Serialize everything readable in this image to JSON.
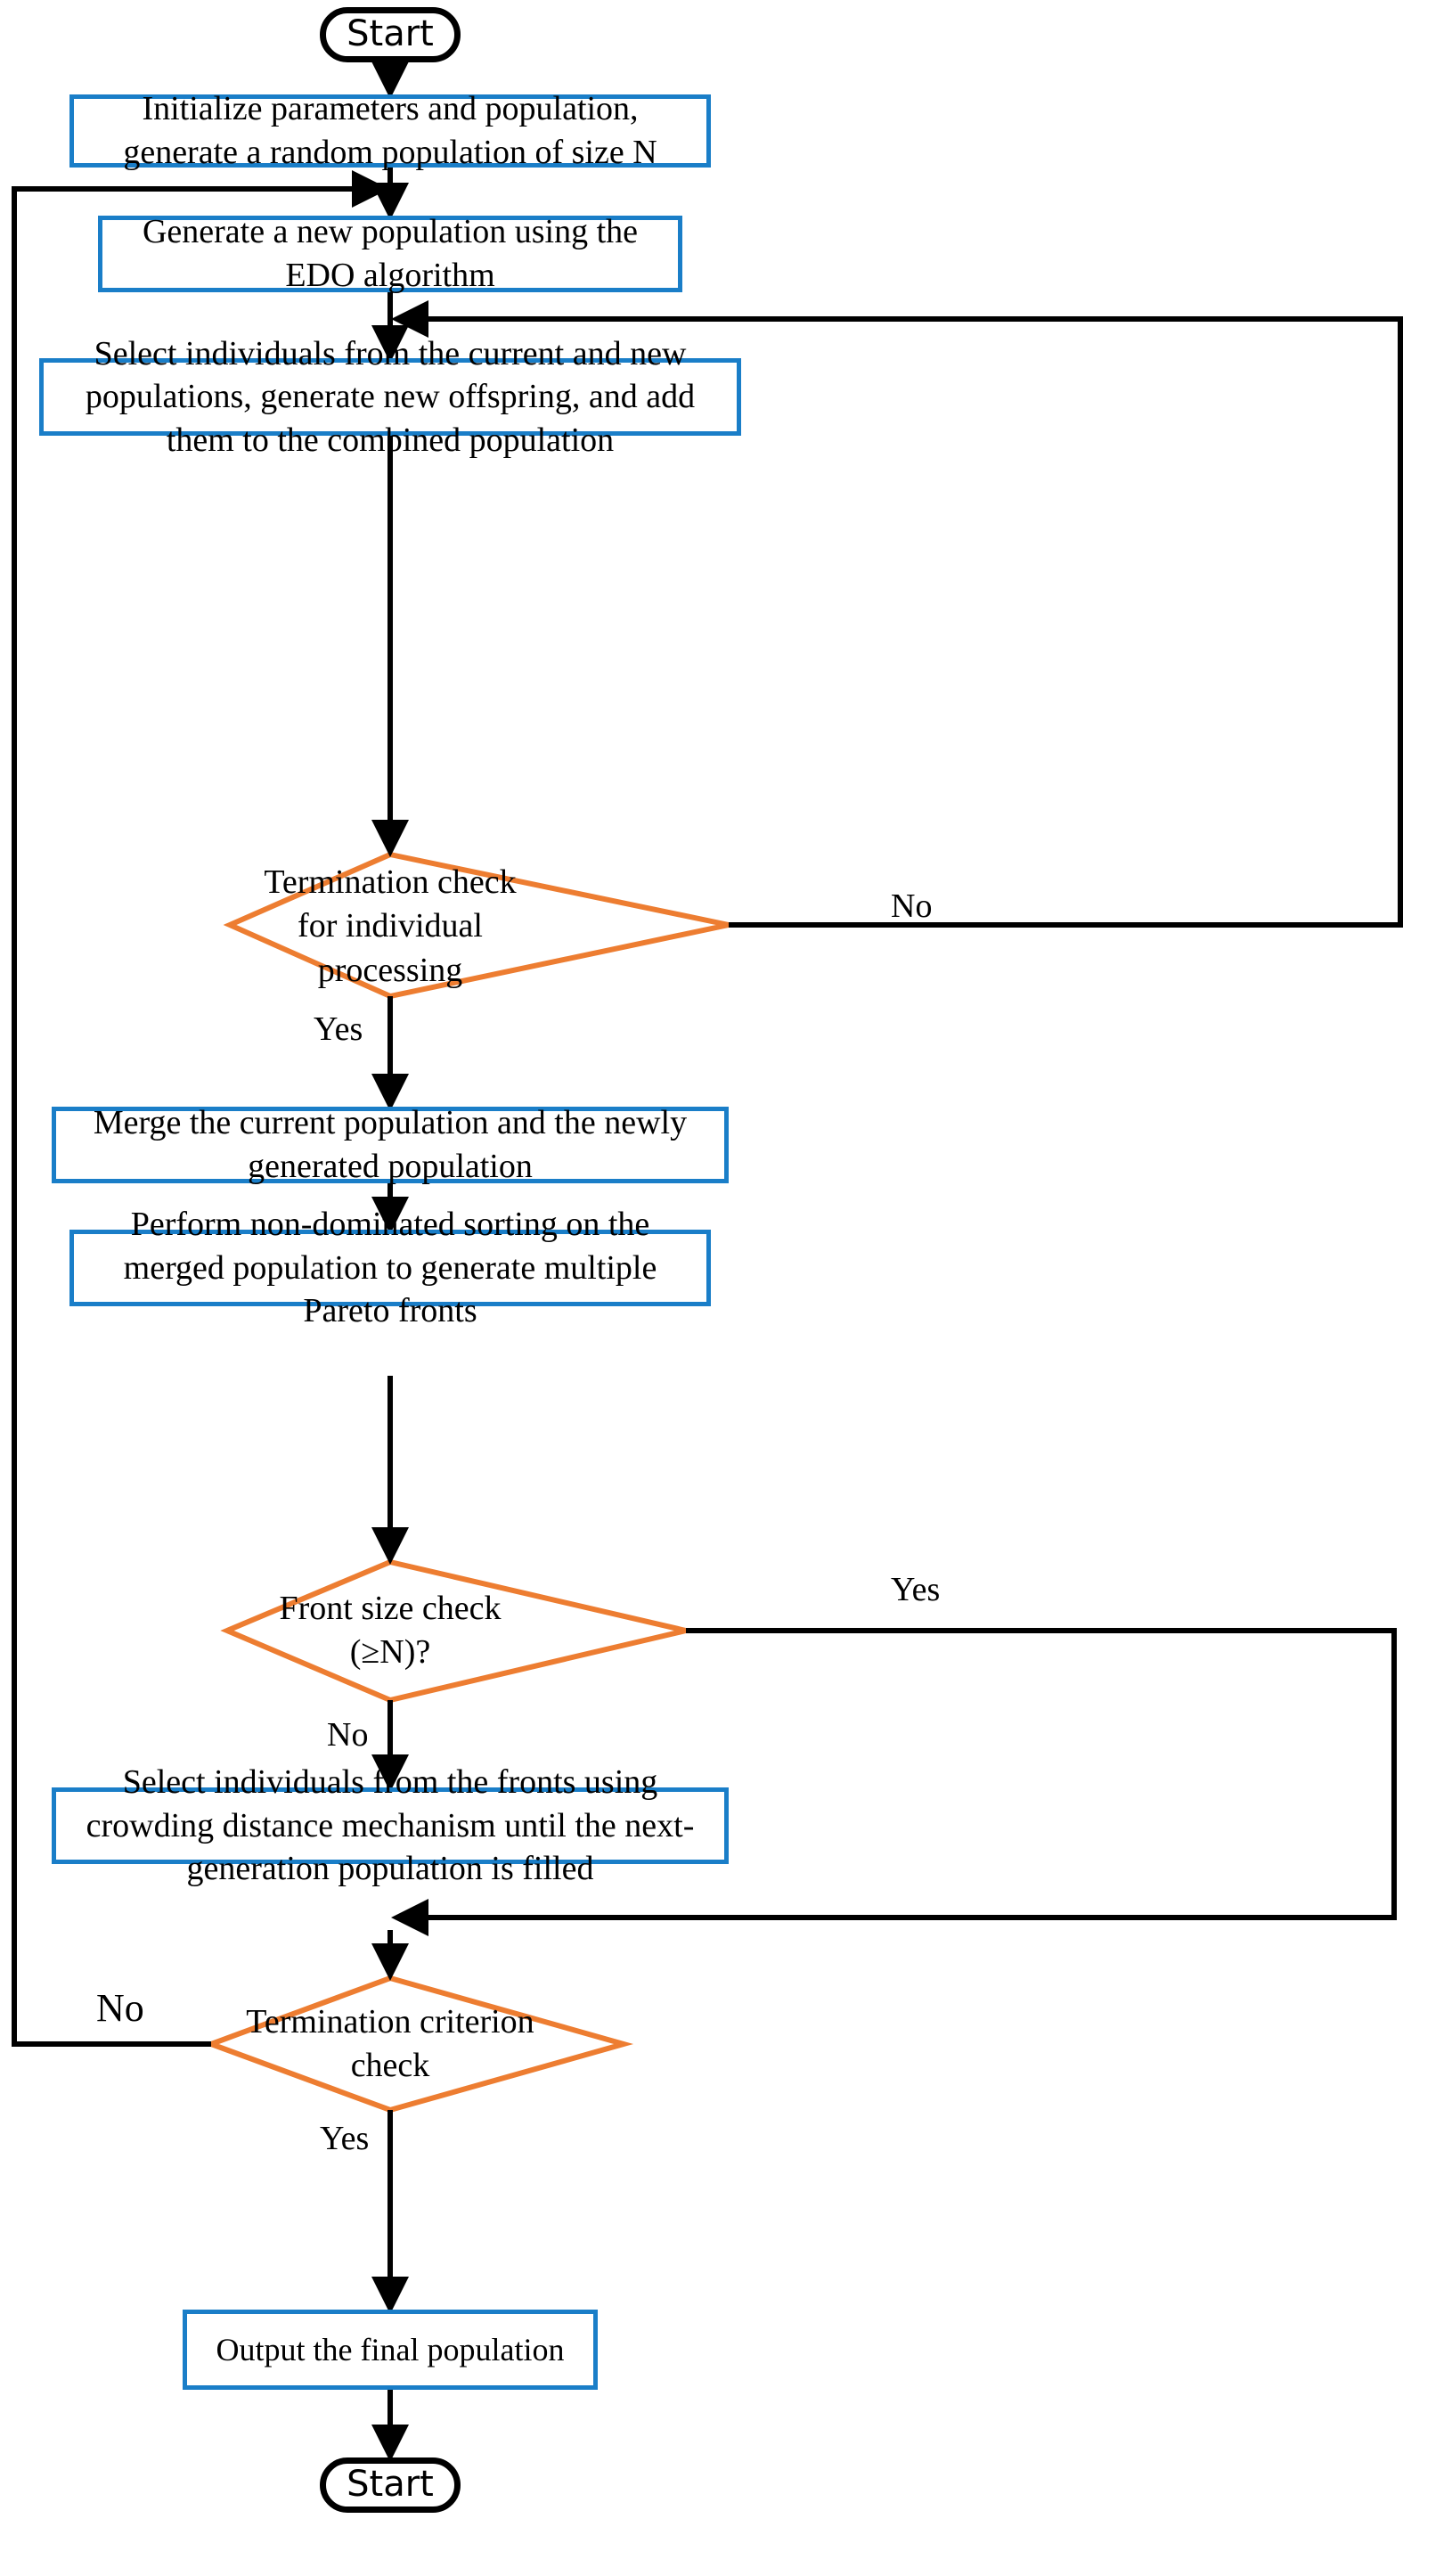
{
  "diagram": {
    "title": "Multi-objective EDO algorithm flowchart",
    "colors": {
      "process_border": "#1a7ec8",
      "decision_border": "#ed7d31",
      "terminal_border": "#000000",
      "edge": "#000000",
      "background": "#ffffff",
      "text": "#000000"
    },
    "nodes": [
      {
        "id": "start",
        "type": "terminal",
        "label": "Start"
      },
      {
        "id": "init",
        "type": "process",
        "label": "Initialize parameters and population, generate a random population of size N"
      },
      {
        "id": "edo",
        "type": "process",
        "label": "Generate a new population using the EDO  algorithm"
      },
      {
        "id": "select_new",
        "type": "process",
        "label": "Select individuals from the current and new populations, generate new offspring, and add them to the combined population"
      },
      {
        "id": "term_individual",
        "type": "decision",
        "label": "Termination check for individual processing"
      },
      {
        "id": "merge",
        "type": "process",
        "label": "Merge the current population and the newly generated population"
      },
      {
        "id": "nds",
        "type": "process",
        "label": "Perform non-dominated sorting on the merged population to generate multiple Pareto fronts"
      },
      {
        "id": "front_size",
        "type": "decision",
        "label": "Front size check (≥N)?"
      },
      {
        "id": "crowding",
        "type": "process",
        "label": "Select individuals from the fronts using crowding distance mechanism until the next-generation population is filled"
      },
      {
        "id": "term_criterion",
        "type": "decision",
        "label": "Termination criterion check"
      },
      {
        "id": "output",
        "type": "process",
        "label": "Output the final population"
      },
      {
        "id": "end",
        "type": "terminal",
        "label": "Start"
      }
    ],
    "edge_labels": [
      {
        "id": "term_individual_no",
        "text": "No"
      },
      {
        "id": "term_individual_yes",
        "text": "Yes"
      },
      {
        "id": "front_size_yes",
        "text": "Yes"
      },
      {
        "id": "front_size_no",
        "text": "No"
      },
      {
        "id": "term_criterion_no",
        "text": "No"
      },
      {
        "id": "term_criterion_yes",
        "text": "Yes"
      }
    ],
    "edges": [
      {
        "from": "start",
        "to": "init",
        "label": ""
      },
      {
        "from": "init",
        "to": "edo",
        "label": ""
      },
      {
        "from": "edo",
        "to": "select_new",
        "label": ""
      },
      {
        "from": "select_new",
        "to": "term_individual",
        "label": ""
      },
      {
        "from": "term_individual",
        "to": "select_new",
        "label": "No"
      },
      {
        "from": "term_individual",
        "to": "merge",
        "label": "Yes"
      },
      {
        "from": "merge",
        "to": "nds",
        "label": ""
      },
      {
        "from": "nds",
        "to": "front_size",
        "label": ""
      },
      {
        "from": "front_size",
        "to": "term_criterion",
        "label": "Yes"
      },
      {
        "from": "front_size",
        "to": "crowding",
        "label": "No"
      },
      {
        "from": "crowding",
        "to": "term_criterion",
        "label": ""
      },
      {
        "from": "term_criterion",
        "to": "edo",
        "label": "No"
      },
      {
        "from": "term_criterion",
        "to": "output",
        "label": "Yes"
      },
      {
        "from": "output",
        "to": "end",
        "label": ""
      }
    ]
  }
}
